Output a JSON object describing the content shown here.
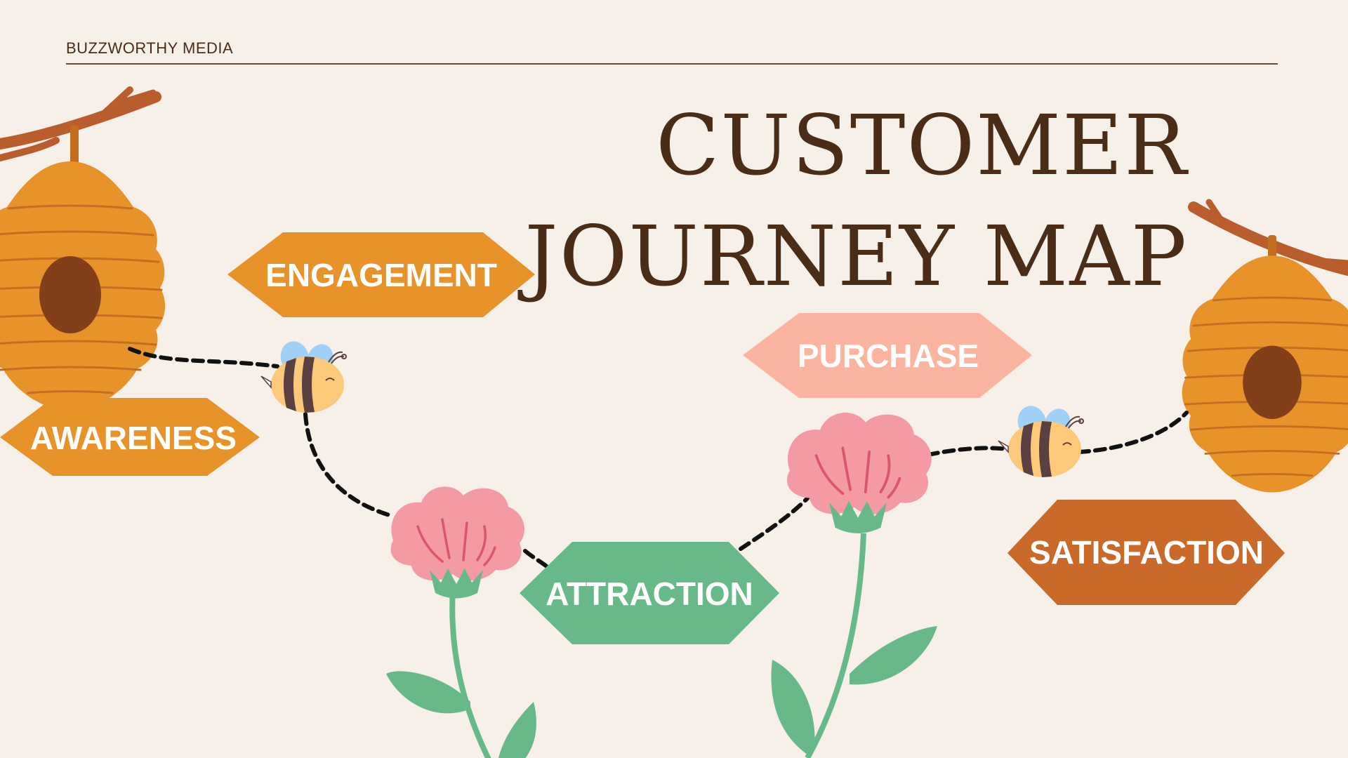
{
  "brand": "BUZZWORTHY MEDIA",
  "title": {
    "line1": "CUSTOMER",
    "line2": "JOURNEY MAP"
  },
  "stages": [
    {
      "label": "AWARENESS",
      "color": "#e8932a"
    },
    {
      "label": "ENGAGEMENT",
      "color": "#e8932a"
    },
    {
      "label": "ATTRACTION",
      "color": "#67b98a"
    },
    {
      "label": "PURCHASE",
      "color": "#fbb4a0"
    },
    {
      "label": "SATISFACTION",
      "color": "#c96a2a"
    }
  ],
  "colors": {
    "background": "#f6f0e8",
    "text": "#4a2c17",
    "hive": "#e8932a",
    "hive_hole": "#823f1a",
    "branch": "#b85d2b",
    "flower": "#f39aa5",
    "leaf": "#67b98a",
    "bee_body": "#fcc879",
    "bee_stripe": "#5a4040",
    "bee_wing": "#9fd0f8"
  },
  "icons": [
    "hive-icon",
    "branch-icon",
    "bee-icon",
    "flower-icon",
    "dashed-path"
  ]
}
